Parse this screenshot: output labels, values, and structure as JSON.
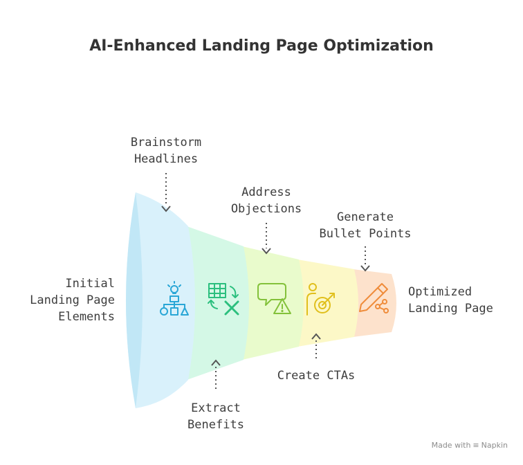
{
  "title": "AI-Enhanced Landing Page Optimization",
  "input_label": {
    "line1": "Initial",
    "line2": "Landing Page",
    "line3": "Elements"
  },
  "output_label": {
    "line1": "Optimized",
    "line2": "Landing Page"
  },
  "stages": [
    {
      "line1": "Brainstorm",
      "line2": "Headlines",
      "icon": "hierarchy-lightbulb-icon",
      "color": "#d9f1fb",
      "icon_color": "#29a6d6"
    },
    {
      "line1": "Extract",
      "line2": "Benefits",
      "icon": "spreadsheet-transform-icon",
      "color": "#d4f8e6",
      "icon_color": "#2bbf7e"
    },
    {
      "line1": "Address",
      "line2": "Objections",
      "icon": "speech-bubble-warning-icon",
      "color": "#e9fbcc",
      "icon_color": "#83c13a"
    },
    {
      "line1": "Create CTAs",
      "line2": "",
      "icon": "person-target-icon",
      "color": "#fcf8c7",
      "icon_color": "#e0bf1c"
    },
    {
      "line1": "Generate",
      "line2": "Bullet Points",
      "icon": "pen-share-icon",
      "color": "#fde2cc",
      "icon_color": "#ef8c3a"
    }
  ],
  "footer": {
    "made_with": "Made with",
    "brand": "Napkin"
  }
}
